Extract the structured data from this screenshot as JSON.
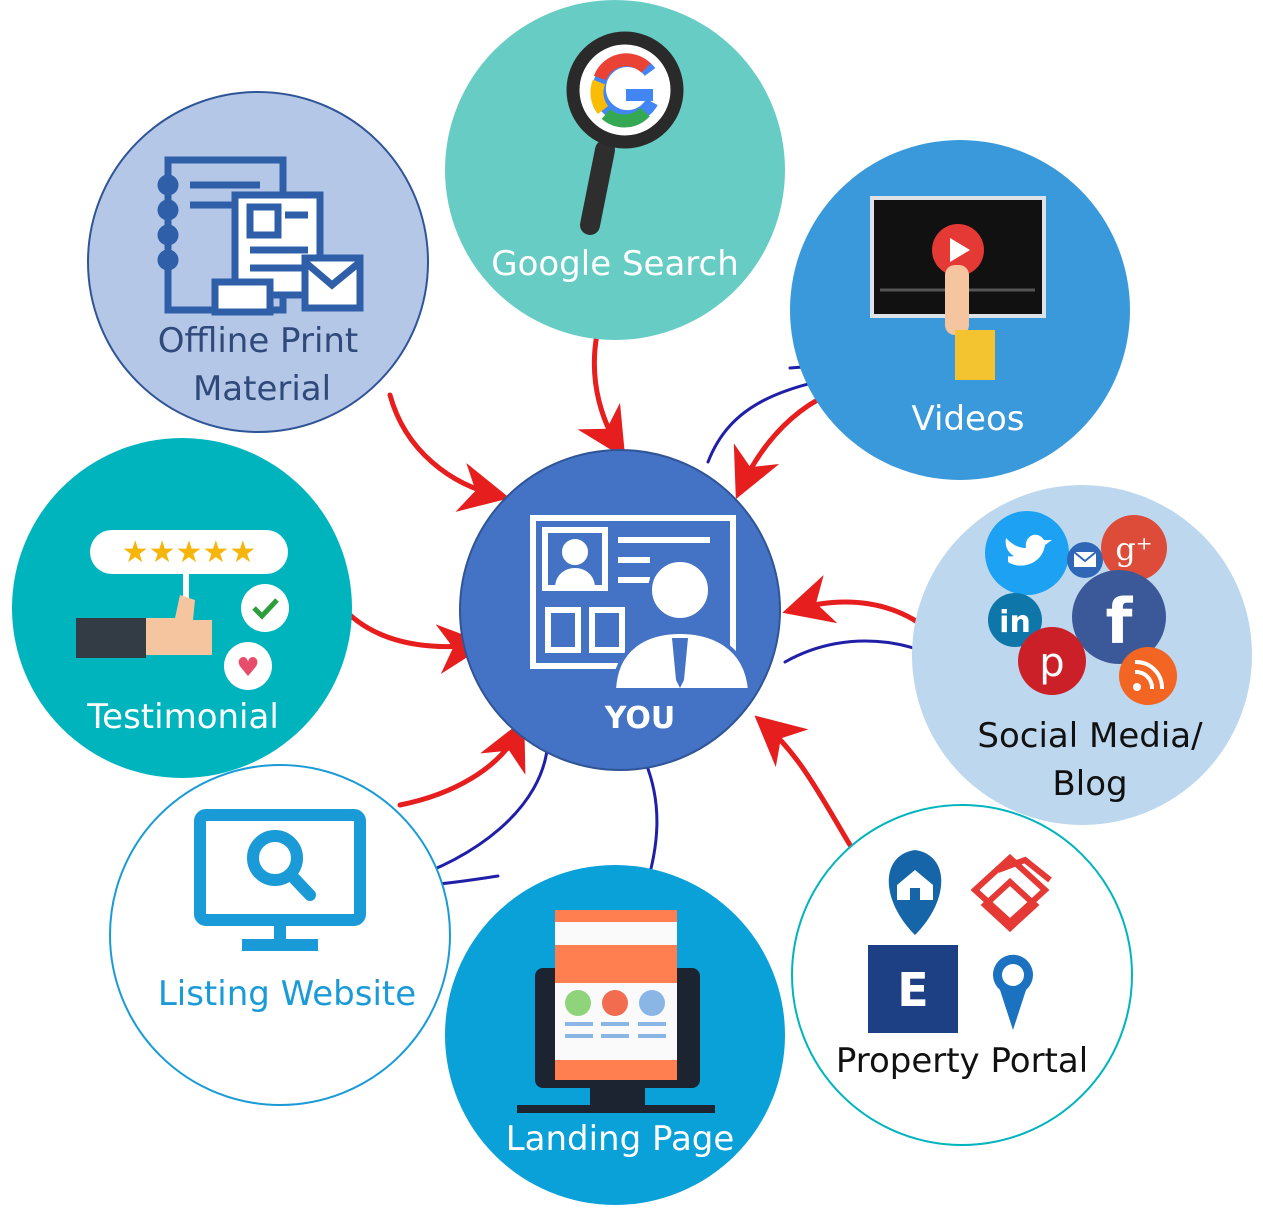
{
  "center": {
    "label": "YOU"
  },
  "nodes": {
    "google": {
      "label": "Google Search"
    },
    "print": {
      "label_line1": "Offline Print",
      "label_line2": "Material"
    },
    "videos": {
      "label": "Videos"
    },
    "testimonial": {
      "label": "Testimonial"
    },
    "social": {
      "label_line1": "Social Media/",
      "label_line2": "Blog"
    },
    "listing": {
      "label": "Listing Website"
    },
    "landing": {
      "label": "Landing Page"
    },
    "portal": {
      "label": "Property Portal"
    }
  },
  "colors": {
    "center": "#4472c4",
    "google": "#67cdc4",
    "print": "#b4c7e7",
    "videos": "#3a99da",
    "testimonial": "#00b4be",
    "social": "#bdd7ee",
    "listing": "#ffffff",
    "landing": "#0aa0d8",
    "portal": "#ffffff",
    "inbound_arrow": "#e61e1e",
    "outbound_arrow": "#1f1fa8"
  }
}
